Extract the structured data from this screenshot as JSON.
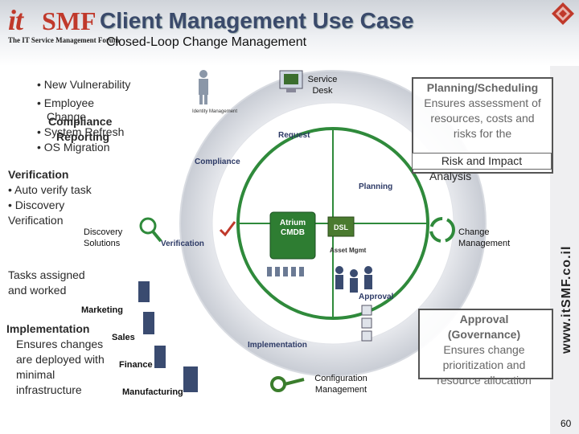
{
  "header": {
    "logo_it": "it",
    "logo_smf": "SMF",
    "logo_tagline": "The IT Service Management Forum",
    "title": "Client Management Use Case",
    "subtitle": "Closed-Loop Change Management"
  },
  "left_list": {
    "items": [
      "New Vulnerability",
      "Employee",
      "Change",
      "System Refresh",
      "OS Migration"
    ],
    "overlay_compliance": "Compliance",
    "overlay_reporting": "Reporting"
  },
  "verification": {
    "heading": "Verification",
    "items": [
      "Auto verify task",
      "Discovery Verification"
    ]
  },
  "tasks_text": "Tasks assigned and worked",
  "implementation_note": {
    "heading": "Implementation",
    "body": "Ensures changes are deployed with minimal infrastructure"
  },
  "planning_box": {
    "heading": "Planning/Scheduling",
    "body": "Ensures assessment of resources, costs and risks for the",
    "overlay": "Risk and Impact",
    "overlay2": "Analysis"
  },
  "approval_box": {
    "heading": "Approval",
    "heading2": "(Governance)",
    "body": "Ensures change prioritization and resource allocation"
  },
  "diagram_labels": {
    "service_desk": "Service Desk",
    "identity_management": "Identity Management",
    "request": "Request",
    "compliance": "Compliance",
    "planning": "Planning",
    "verification": "Verification",
    "approval": "Approval",
    "implementation": "Implementation",
    "atrium": "Atrium",
    "cmdb": "CMDB",
    "dsl": "DSL",
    "asset_mgmt": "Asset Mgmt",
    "discovery_solutions": "Discovery Solutions",
    "change_management": "Change Management",
    "configuration_management": "Configuration Management",
    "marketing": "Marketing",
    "sales": "Sales",
    "finance": "Finance",
    "manufacturing": "Manufacturing"
  },
  "brand": "www.itSMF.co.il",
  "page_number": "60",
  "colors": {
    "title": "#3a4a6b",
    "logo": "#c0392b",
    "ring_outer": "#c8ccd4",
    "ring_inner": "#2f8a3b",
    "ring_label": "#2d3a66"
  }
}
